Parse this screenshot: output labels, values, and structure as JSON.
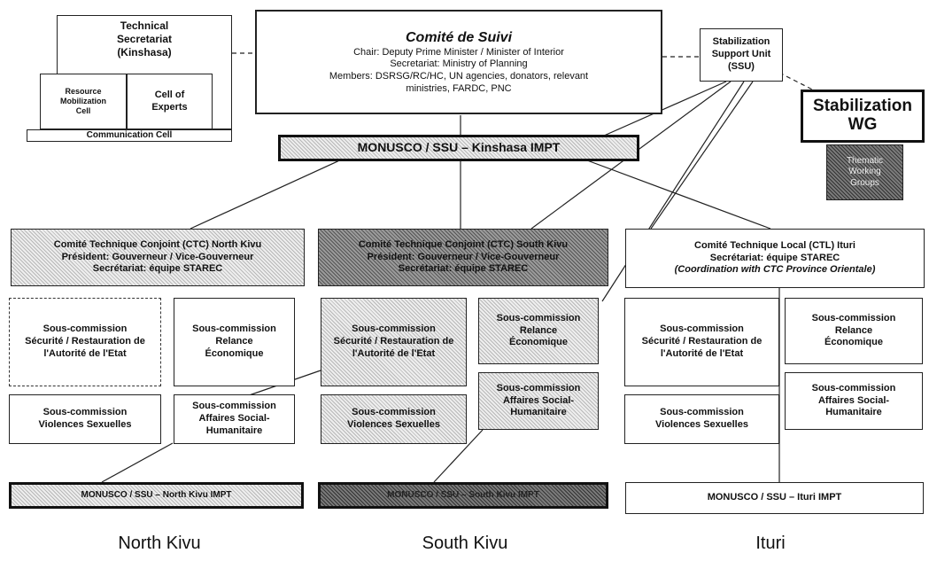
{
  "technical_secretariat": {
    "label": "Technical Secretariat (Kinshasa)"
  },
  "resource_mobilization_cell": {
    "label": "Resource Mobilization Cell"
  },
  "cell_of_experts": {
    "label": "Cell of Experts"
  },
  "communication_cell": {
    "label": "Communication Cell"
  },
  "comite_de_suivi": {
    "title": "Comité de Suivi",
    "chair": "Chair: Deputy Prime Minister / Minister of Interior",
    "secretariat": "Secretariat: Ministry of Planning",
    "members_1": "Members: DSRSG/RC/HC, UN agencies, donators, relevant",
    "members_2": "ministries, FARDC, PNC"
  },
  "ssu": {
    "label": "Stabilization Support Unit (SSU)"
  },
  "stabilization_wg": {
    "label": "Stabilization WG"
  },
  "thematic_groups": {
    "label": "Thematic Working Groups"
  },
  "monusco_kinshasa": {
    "label": "MONUSCO / SSU – Kinshasa IMPT"
  },
  "north_kivu": {
    "ctc_1": "Comité Technique Conjoint (CTC) North Kivu",
    "ctc_2": "Président: Gouverneur / Vice-Gouverneur",
    "ctc_3": "Secrétariat: équipe STAREC",
    "sc_securite": "Sous-commission Sécurité / Restauration de l'Autorité de l'Etat",
    "sc_relance": "Sous-commission Relance Économique",
    "sc_affaires": "Sous-commission Affaires Social-Humanitaire",
    "sc_violences": "Sous-commission Violences Sexuelles",
    "impt": "MONUSCO / SSU – North Kivu IMPT",
    "region": "North Kivu"
  },
  "south_kivu": {
    "ctc_1": "Comité Technique Conjoint (CTC) South Kivu",
    "ctc_2": "Président: Gouverneur / Vice-Gouverneur",
    "ctc_3": "Secrétariat: équipe STAREC",
    "sc_securite": "Sous-commission Sécurité / Restauration de l'Autorité de l'Etat",
    "sc_relance": "Sous-commission Relance Économique",
    "sc_affaires": "Sous-commission Affaires Social-Humanitaire",
    "sc_violences": "Sous-commission Violences Sexuelles",
    "impt": "MONUSCO / SSU – South Kivu IMPT",
    "region": "South Kivu"
  },
  "ituri": {
    "ctl_1": "Comité Technique Local (CTL) Ituri",
    "ctl_2": "Secrétariat: équipe STAREC",
    "ctl_3": "(Coordination with CTC Province Orientale)",
    "sc_securite": "Sous-commission Sécurité / Restauration de l'Autorité de l'Etat",
    "sc_relance": "Sous-commission Relance Économique",
    "sc_affaires": "Sous-commission Affaires Social-Humanitaire",
    "sc_violences": "Sous-commission Violences Sexuelles",
    "impt": "MONUSCO / SSU – Ituri IMPT",
    "region": "Ituri"
  }
}
